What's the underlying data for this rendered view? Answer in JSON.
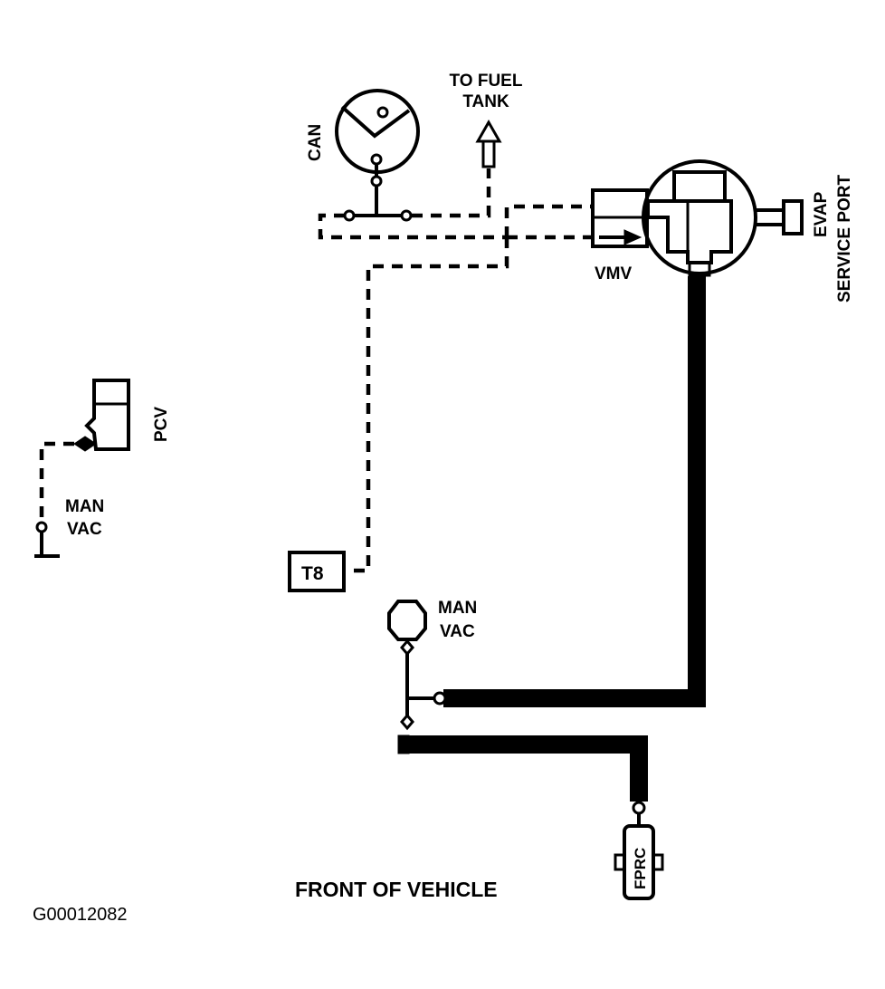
{
  "diagram": {
    "labels": {
      "can": "CAN",
      "to_fuel_tank_line1": "TO FUEL",
      "to_fuel_tank_line2": "TANK",
      "vmv": "VMV",
      "evap_line1": "EVAP",
      "evap_line2": "SERVICE PORT",
      "pcv": "PCV",
      "man_vac_left_line1": "MAN",
      "man_vac_left_line2": "VAC",
      "t8": "T8",
      "man_vac_center_line1": "MAN",
      "man_vac_center_line2": "VAC",
      "fprc": "FPRC",
      "front_of_vehicle": "FRONT OF VEHICLE"
    },
    "reference_code": "G00012082"
  }
}
